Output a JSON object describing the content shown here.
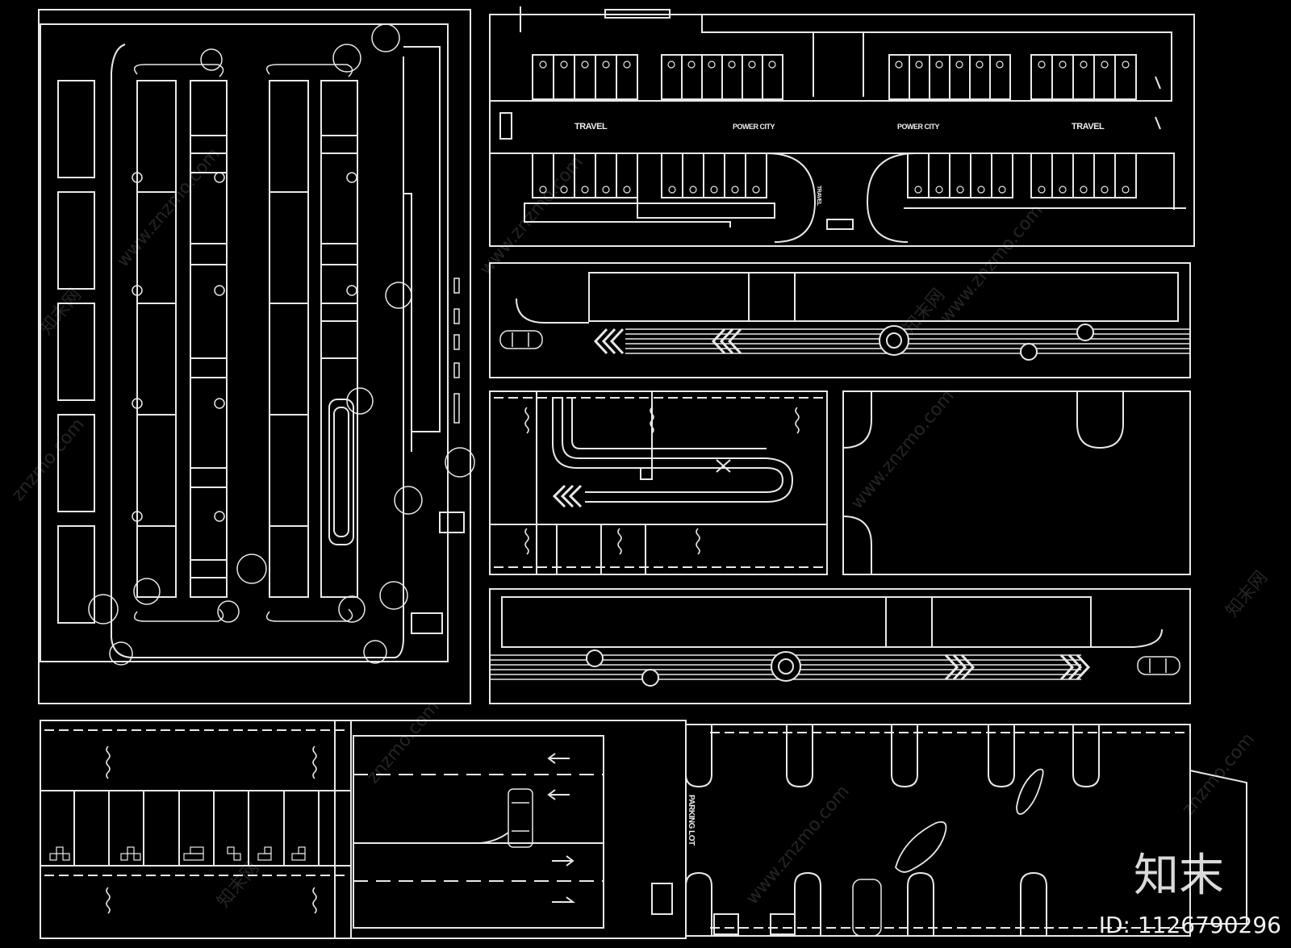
{
  "labels": {
    "travel_left": "TRAVEL",
    "power_city_left": "POWER CITY",
    "power_city_right": "POWER CITY",
    "travel_right": "TRAVEL",
    "vertical_small": "TRAVEL",
    "parking_lot": "PARKING LOT"
  },
  "watermark": {
    "site": "znzmo.com",
    "site_full": "www.znzmo.com",
    "brand": "知末网"
  },
  "logo_text": "知末",
  "image_id": "ID: 1126790296"
}
